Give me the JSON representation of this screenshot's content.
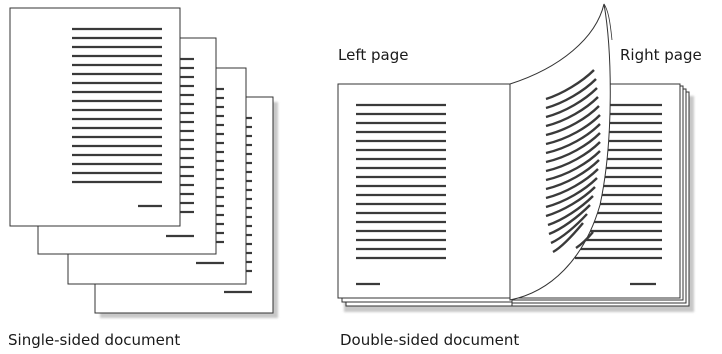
{
  "labels": {
    "single_caption": "Single-sided document",
    "double_caption": "Double-sided document",
    "left_page": "Left page",
    "right_page": "Right page"
  },
  "colors": {
    "page_fill": "#ffffff",
    "page_stroke": "#333333",
    "text_line": "#3a3a3a",
    "shadow": "#c8c8c8"
  }
}
